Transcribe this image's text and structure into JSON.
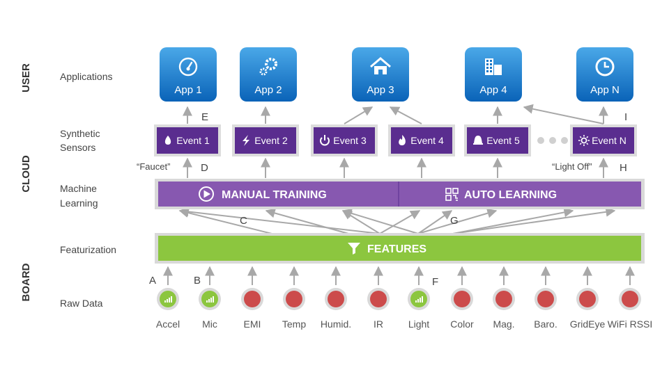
{
  "tiers": [
    {
      "label": "USER"
    },
    {
      "label": "CLOUD"
    },
    {
      "label": "BOARD"
    }
  ],
  "row_labels": {
    "applications": "Applications",
    "synthetic": [
      "Synthetic",
      "Sensors"
    ],
    "ml": [
      "Machine",
      "Learning"
    ],
    "featurization": "Featurization",
    "raw": "Raw Data"
  },
  "apps": [
    {
      "label": "App 1",
      "icon": "gauge-icon"
    },
    {
      "label": "App 2",
      "icon": "gears-icon"
    },
    {
      "label": "App 3",
      "icon": "home-icon"
    },
    {
      "label": "App 4",
      "icon": "buildings-icon"
    },
    {
      "label": "App N",
      "icon": "clock-icon"
    }
  ],
  "events": [
    {
      "label": "Event 1",
      "icon": "droplet-icon"
    },
    {
      "label": "Event 2",
      "icon": "lightning-icon"
    },
    {
      "label": "Event 3",
      "icon": "power-icon"
    },
    {
      "label": "Event 4",
      "icon": "flame-icon"
    },
    {
      "label": "Event 5",
      "icon": "bell-icon"
    },
    {
      "label": "Event N",
      "icon": "sun-icon"
    }
  ],
  "ml_bar": {
    "manual": "MANUAL TRAINING",
    "auto": "AUTO LEARNING",
    "manual_icon": "play-icon",
    "auto_icon": "qr-icon"
  },
  "features_bar": {
    "label": "FEATURES",
    "icon": "funnel-icon"
  },
  "sensors": [
    {
      "label": "Accel",
      "active": true
    },
    {
      "label": "Mic",
      "active": true
    },
    {
      "label": "EMI",
      "active": false
    },
    {
      "label": "Temp",
      "active": false
    },
    {
      "label": "Humid.",
      "active": false
    },
    {
      "label": "IR",
      "active": false
    },
    {
      "label": "Light",
      "active": true
    },
    {
      "label": "Color",
      "active": false
    },
    {
      "label": "Mag.",
      "active": false
    },
    {
      "label": "Baro.",
      "active": false
    },
    {
      "label": "GridEye",
      "active": false
    },
    {
      "label": "WiFi RSSI",
      "active": false
    }
  ],
  "annotations": {
    "A": "A",
    "B": "B",
    "C": "C",
    "D": "D",
    "E": "E",
    "F": "F",
    "G": "G",
    "H": "H",
    "I": "I",
    "faucet": "“Faucet”",
    "light_off": "“Light Off”"
  },
  "colors": {
    "app_top": "#4aa8e8",
    "app_bottom": "#0a63b8",
    "event_fill": "#5a2d8f",
    "ml_fill": "#8758b0",
    "features_fill": "#8cc63f",
    "sensor_active": "#8cc63f",
    "sensor_inactive": "#cc4b4b",
    "arrow": "#a8a8a8",
    "label": "#444444",
    "tier": "#333333"
  }
}
